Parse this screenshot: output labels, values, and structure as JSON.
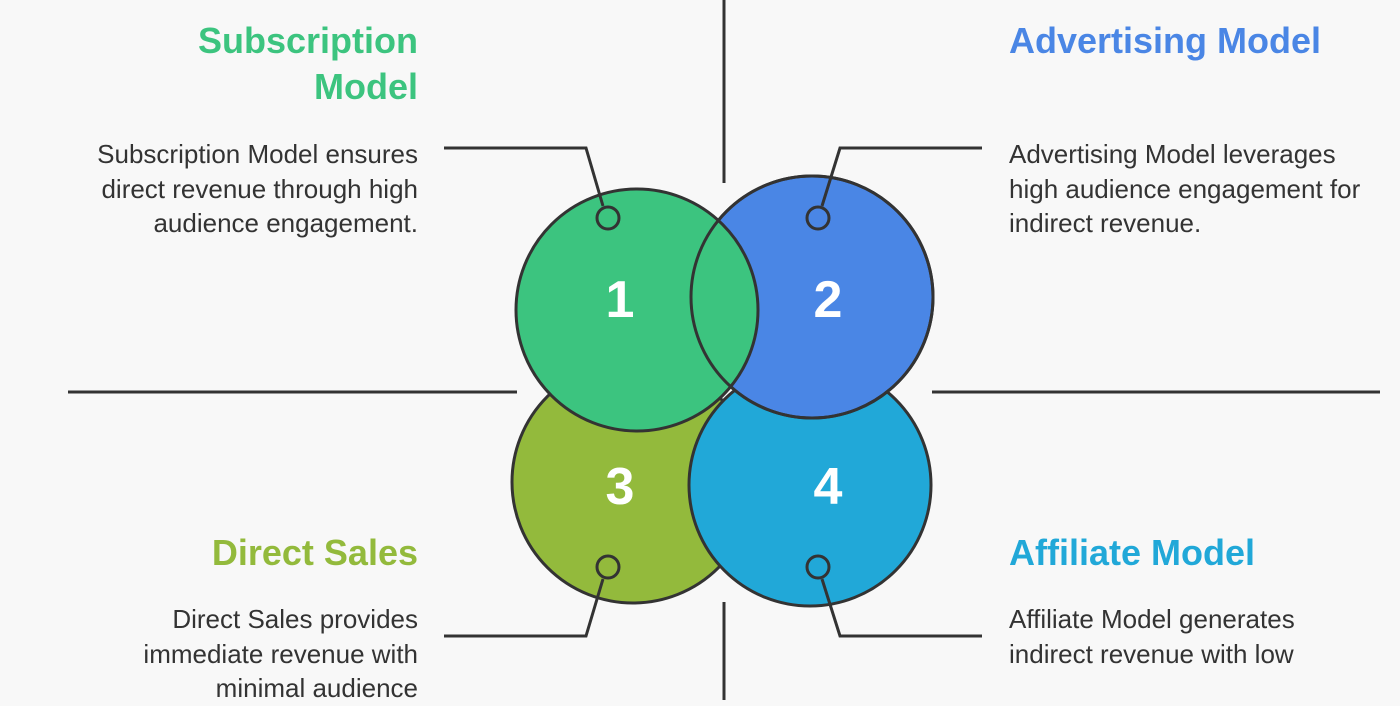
{
  "colors": {
    "subscription": "#3cc47f",
    "advertising": "#4a86e5",
    "direct_sales": "#93ba3c",
    "affiliate": "#21a8d8",
    "outline": "#333333",
    "text": "#333333",
    "background": "#f8f8f8"
  },
  "quadrants": [
    {
      "number": "1",
      "title": "Subscription Model",
      "description": "Subscription Model ensures direct revenue through high audience engagement."
    },
    {
      "number": "2",
      "title": "Advertising Model",
      "description": "Advertising Model leverages high audience engagement for indirect revenue."
    },
    {
      "number": "3",
      "title": "Direct Sales",
      "description": "Direct Sales provides immediate revenue with minimal audience"
    },
    {
      "number": "4",
      "title": "Affiliate Model",
      "description": "Affiliate Model generates indirect revenue with low"
    }
  ]
}
